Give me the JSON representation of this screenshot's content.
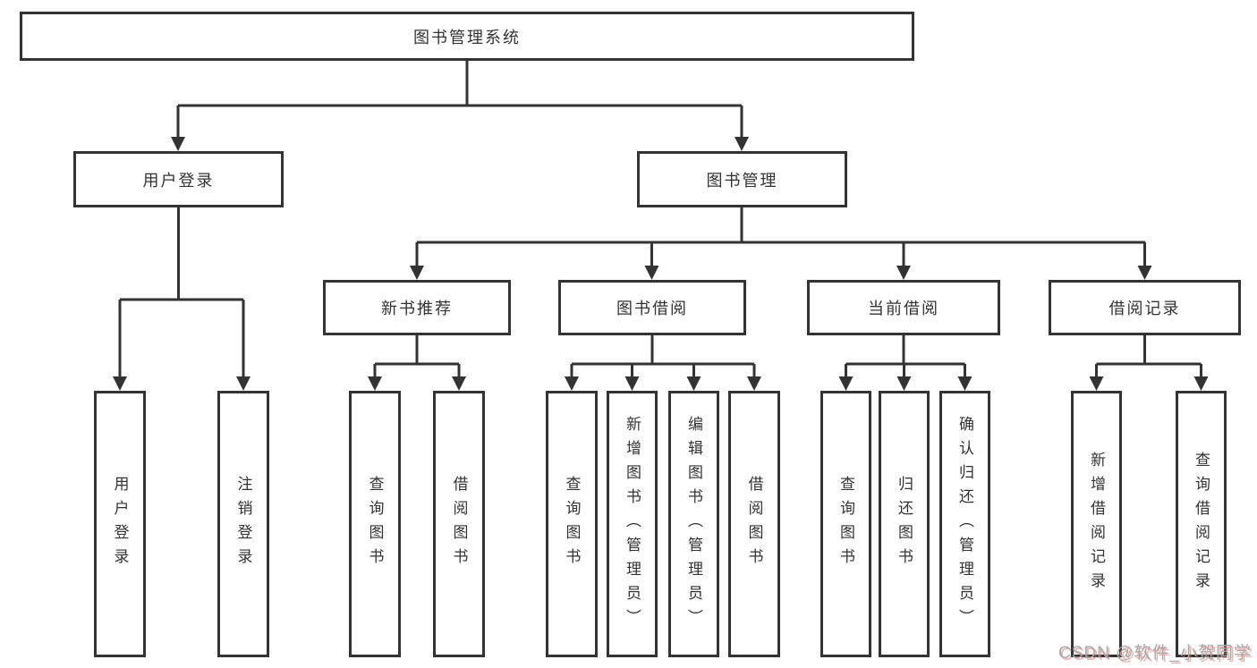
{
  "diagram": {
    "root": {
      "label": "图书管理系统"
    },
    "level2": [
      {
        "label": "用户登录"
      },
      {
        "label": "图书管理"
      }
    ],
    "level3": [
      {
        "label": "新书推荐"
      },
      {
        "label": "图书借阅"
      },
      {
        "label": "当前借阅"
      },
      {
        "label": "借阅记录"
      }
    ],
    "leaves": {
      "user_login": [
        "用户登录",
        "注销登录"
      ],
      "new_book": [
        "查询图书",
        "借阅图书"
      ],
      "book_borrow": [
        "查询图书",
        "新增图书（管理员）",
        "编辑图书（管理员）",
        "借阅图书"
      ],
      "current_borrow": [
        "查询图书",
        "归还图书",
        "确认归还（管理员）"
      ],
      "borrow_record": [
        "新增借阅记录",
        "查询借阅记录"
      ]
    }
  },
  "watermark": {
    "text": "CSDN @软件_小贺同学"
  },
  "colors": {
    "line": "#333333",
    "box_border": "#333333",
    "box_fill": "#ffffff",
    "text": "#333333",
    "watermark_gray": "#a8a8a8",
    "watermark_shadow_red": "#e16e6e"
  }
}
